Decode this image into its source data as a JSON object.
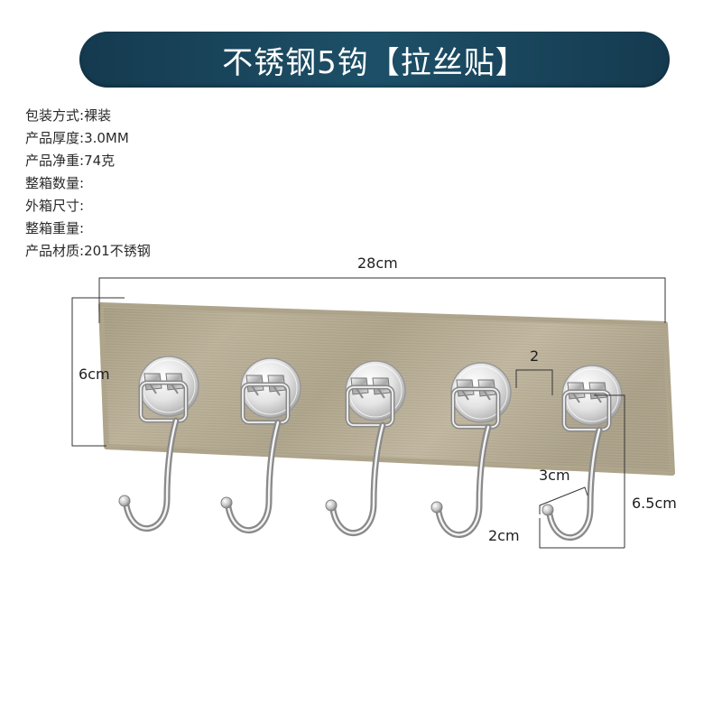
{
  "title": "不锈钢5钩【拉丝贴】",
  "specs": [
    {
      "label": "包装方式:",
      "value": "裸装"
    },
    {
      "label": "产品厚度:",
      "value": "3.0MM"
    },
    {
      "label": "产品净重:",
      "value": "74克"
    },
    {
      "label": "整箱数量:"
    },
    {
      "label": "外箱尺寸:"
    },
    {
      "label": "整箱重量:"
    },
    {
      "label": "产品材质:",
      "value": "201不锈钢"
    }
  ],
  "dimensions": {
    "length": "28cm",
    "height": "6cm",
    "hook_spacing": "2",
    "hook_width": "3cm",
    "hook_depth": "6.5cm",
    "hook_tip": "2cm"
  },
  "hook_count": 5,
  "colors": {
    "banner": "#1a4560",
    "plate": "#b2a88f",
    "steel": "#c8c8c8",
    "dimension_line": "#333333"
  }
}
